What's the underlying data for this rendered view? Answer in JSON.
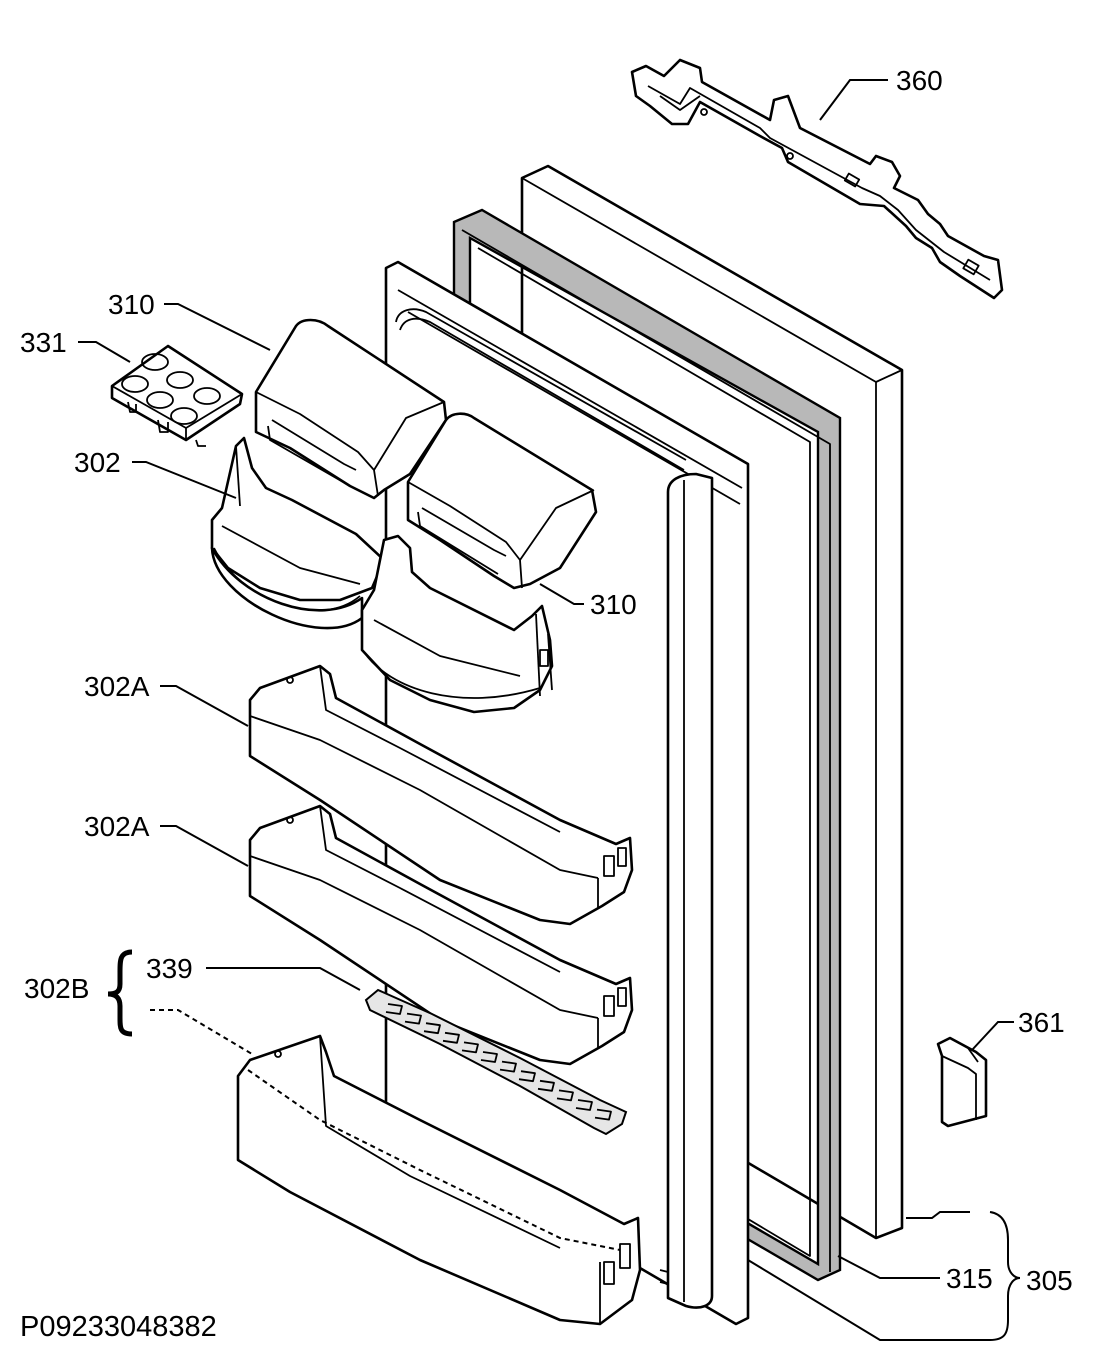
{
  "diagram": {
    "code": "P09233048382",
    "labels": {
      "l360": "360",
      "l310a": "310",
      "l331": "331",
      "l302": "302",
      "l310b": "310",
      "l302a1": "302A",
      "l302a2": "302A",
      "l302b": "302B",
      "l339": "339",
      "l361": "361",
      "l315": "315",
      "l305": "305"
    }
  }
}
